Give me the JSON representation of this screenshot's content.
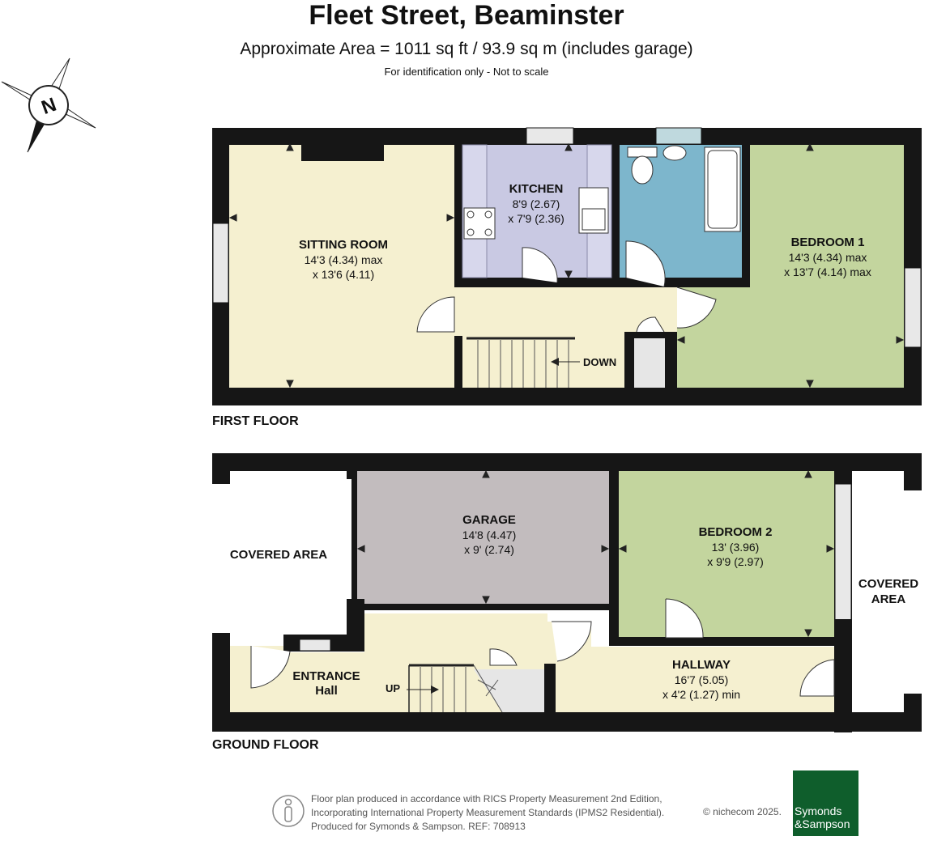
{
  "header": {
    "title": "Fleet Street, Beaminster",
    "subtitle": "Approximate Area = 1011 sq ft / 93.9 sq m (includes garage)",
    "note": "For identification only - Not to scale"
  },
  "compass": {
    "label": "N"
  },
  "floors": {
    "first": {
      "label": "FIRST FLOOR",
      "rooms": {
        "sitting": {
          "name": "SITTING ROOM",
          "dim1": "14'3 (4.34) max",
          "dim2": "x 13'6 (4.11)"
        },
        "kitchen": {
          "name": "KITCHEN",
          "dim1": "8'9 (2.67)",
          "dim2": "x 7'9 (2.36)"
        },
        "bedroom1": {
          "name": "BEDROOM 1",
          "dim1": "14'3 (4.34) max",
          "dim2": "x 13'7 (4.14) max"
        }
      },
      "stairs_label": "DOWN"
    },
    "ground": {
      "label": "GROUND FLOOR",
      "rooms": {
        "covered_left": {
          "name": "COVERED AREA"
        },
        "garage": {
          "name": "GARAGE",
          "dim1": "14'8 (4.47)",
          "dim2": "x 9' (2.74)"
        },
        "bedroom2": {
          "name": "BEDROOM 2",
          "dim1": "13' (3.96)",
          "dim2": "x 9'9 (2.97)"
        },
        "covered_right": {
          "name1": "COVERED",
          "name2": "AREA"
        },
        "entrance": {
          "name1": "ENTRANCE",
          "name2": "Hall"
        },
        "hallway": {
          "name": "HALLWAY",
          "dim1": "16'7 (5.05)",
          "dim2": "x 4'2 (1.27) min"
        }
      },
      "stairs_label": "UP"
    }
  },
  "footer": {
    "line1": "Floor plan produced in accordance with RICS Property Measurement 2nd Edition,",
    "line2": "Incorporating International Property Measurement Standards (IPMS2 Residential).",
    "line3": "Produced for Symonds & Sampson.   REF:  708913",
    "copyright": "© nichecom 2025.",
    "brand1": "Symonds",
    "brand2": "&Sampson"
  },
  "colors": {
    "wall": "#161616",
    "sitting": "#f5f0d0",
    "kitchen": "#c9c9e3",
    "bathroom": "#7db6cc",
    "bedroom": "#c3d59e",
    "garage": "#c2bcbe",
    "hall": "#f5f0d0",
    "store": "#e6e6e6",
    "window": "#bfd9de",
    "brand": "#0f5e2c"
  }
}
